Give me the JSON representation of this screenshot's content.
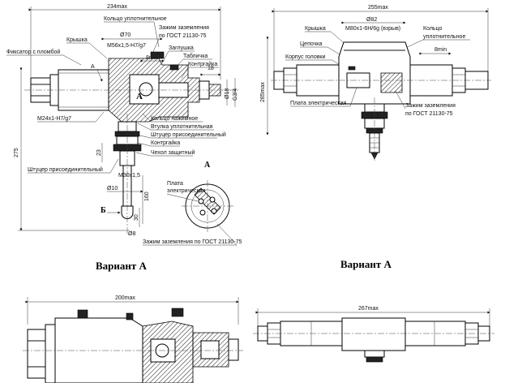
{
  "panel_top_left": {
    "dims": {
      "overall_width": "234max",
      "d70": "Ø70",
      "thread_m56": "M56х1,5-Н7/g7",
      "min_8": "8min",
      "d18": "Ø18",
      "g34": "G3/4",
      "len_18": "18",
      "m24": "М24х1-Н7/g7",
      "h275": "275",
      "d23": "23",
      "m30": "M30х1,5",
      "d10": "Ø10",
      "d8": "Ø8",
      "h160": "160",
      "h30": "30",
      "mark_b": "Б",
      "mark_a": "А",
      "view_a": "А"
    },
    "labels": {
      "sealing_ring": "Кольцо уплотнительное",
      "lid": "Крышка",
      "grounding_clamp": "Зажим заземления",
      "gost": "по ГОСТ 21130-75",
      "plug": "Заглушка",
      "lock_seal": "Фиксатор с пломбой",
      "plate": "Табличка",
      "lock_nut": "Контргайка",
      "clamp_ring": "Кольцо нажимное",
      "sealing_sleeve": "Втулка уплотнительная",
      "union_fitting": "Штуцер присоединительный",
      "lock_nut2": "Контргайка",
      "protective_cover": "Чехол защитный",
      "union_fitting2": "Штуцер присоединительный",
      "plate_electric_1": "Плата",
      "plate_electric_2": "электрическая",
      "grounding_bottom": "Зажим заземления по ГОСТ 21130-75"
    },
    "caption": "Вариант А"
  },
  "panel_top_right": {
    "dims": {
      "overall_width": "255max",
      "d82": "Ø82",
      "thread_m80": "M80х1-6Н/6g (взрыв)",
      "min_8": "8min",
      "h285": "285max"
    },
    "labels": {
      "lid": "Крышка",
      "sealing_ring_1": "Кольцо",
      "sealing_ring_2": "уплотнительное",
      "chain": "Цепочка",
      "head_body": "Корпус головки",
      "plate_electric": "Плата электрическая",
      "grounding_clamp": "Зажим заземления",
      "gost": "по ГОСТ 21130-75"
    },
    "caption": "Вариант А"
  },
  "panel_bottom_left": {
    "dims": {
      "overall_width": "200max"
    }
  },
  "panel_bottom_right": {
    "dims": {
      "overall_width": "267max"
    }
  }
}
